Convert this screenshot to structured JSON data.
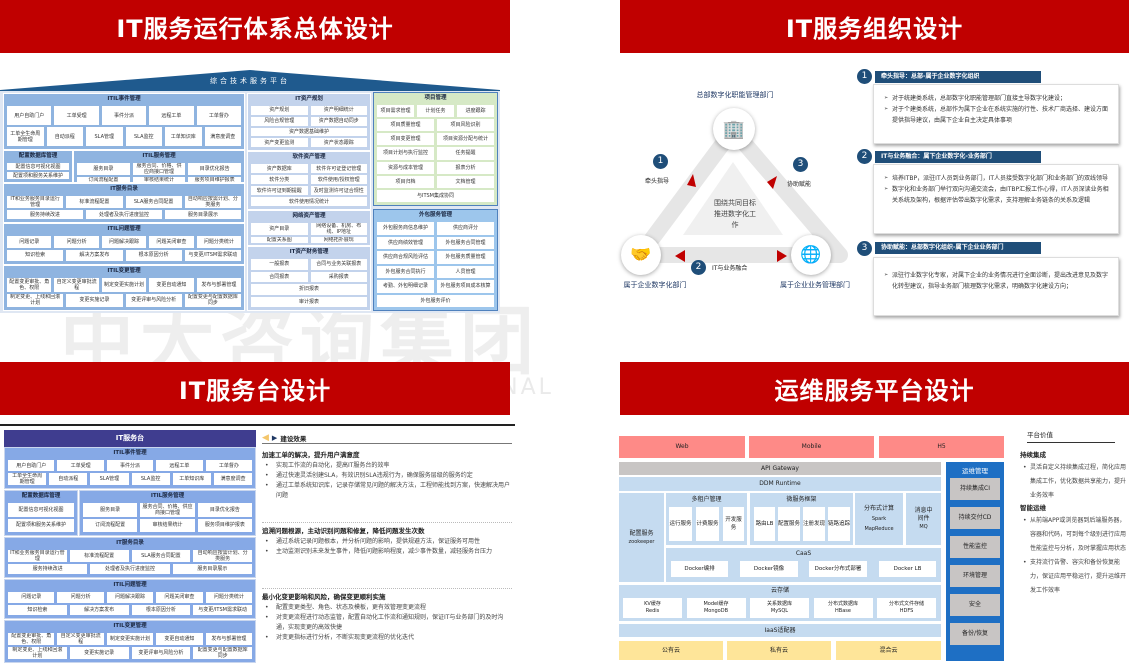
{
  "banners": {
    "tl": "IT服务运行体系总体设计",
    "tr": "IT服务组织设计",
    "bl": "IT服务台设计",
    "br": "运维服务平台设计"
  },
  "watermark": {
    "cn": "中大咨询集团",
    "en": "PROFESSIONAL"
  },
  "colors": {
    "banner": "#c00000",
    "navy": "#1f4e79",
    "service_desk": "#3f3d8f",
    "ops": "#1e6fc4"
  },
  "tl": {
    "platform": "综合技术服务平台",
    "groups": [
      {
        "title": "ITIL事件管理",
        "rows": [
          [
            "用户自助门户",
            "工单受理",
            "事件分派",
            "远程工单",
            "工单督办"
          ],
          [
            "工单全生命周期管理",
            "自动派程",
            "SLA管理",
            "SLA监控",
            "工单知识库",
            "满意度调查"
          ]
        ]
      },
      {
        "title": "配置数据库管理",
        "rows": [
          [
            "配置信息可视化视图"
          ],
          [
            "配置项和服务关系维护"
          ]
        ]
      },
      {
        "title": "ITIL服务管理",
        "rows": [
          [
            "服务目录",
            "服务合同、价格、供应商接口管理",
            "目录优化报告"
          ],
          [
            "订阅流程配置",
            "审核结果统计",
            "服务项目维护报表"
          ]
        ]
      },
      {
        "title": "IT服务目录",
        "rows": [
          [
            "IT和业务服务目录运行管理",
            "标准流程配置",
            "SLA服务合同配置",
            "自动响应按需计划、分类服务"
          ],
          [
            "服务持续改进",
            "处理者及执行进度监控",
            "服务目录展示"
          ]
        ]
      },
      {
        "title": "ITIL问题管理",
        "rows": [
          [
            "问题记录",
            "问题分析",
            "问题解决跟踪",
            "问题关闭审查",
            "问题分类统计"
          ],
          [
            "知识检索",
            "解决方案发布",
            "根本原因分析",
            "与变更/ITSM需求联动"
          ]
        ]
      },
      {
        "title": "ITIL变更管理",
        "rows": [
          [
            "配置变更审批、角色、权限",
            "自定义变更审批流程",
            "制定变更实施计划",
            "变更自动通知",
            "发布与部署管理"
          ],
          [
            "制定变更、上线和回滚计划",
            "变更实施记录",
            "变更评审与风险分析",
            "配置变更与配置数据库同步"
          ]
        ]
      },
      {
        "title": "IT资产规划",
        "rows": [
          [
            "资产规划",
            "资产明细统计"
          ],
          [
            "风险合规管理",
            "资产数据自动同步"
          ],
          [
            "资产数据基础维护"
          ],
          [
            "资产变更监测",
            "资产状态跟踪"
          ]
        ]
      },
      {
        "title": "软件资产管理",
        "rows": [
          [
            "资产数据库",
            "软件许可证登记管理"
          ],
          [
            "软件分类",
            "软件使用/授权管理"
          ],
          [
            "软件许可证到期提醒",
            "及时监测许可证合规性"
          ],
          [
            "软件使用情况统计"
          ]
        ]
      },
      {
        "title": "网络资产管理",
        "rows": [
          [
            "资产目录",
            "网络设备、机房、布线、IP地址"
          ],
          [
            "配置关系图",
            "网络拓扑展现"
          ]
        ]
      },
      {
        "title": "IT资产财务管理",
        "rows": [
          [
            "一般报表",
            "合同与业务关联报表"
          ],
          [
            "合同报表",
            "采购报表"
          ],
          [
            "折旧报表"
          ],
          [
            "审计报表"
          ]
        ]
      },
      {
        "title": "项目管理",
        "rows": [
          [
            "项目需求管理",
            "计划任务",
            "进度跟踪"
          ],
          [
            "项目质量管理",
            "项目风险识别"
          ],
          [
            "项目变更管理",
            "项目资源分配与统计"
          ],
          [
            "项目计划与执行监控",
            "任务提醒"
          ],
          [
            "资源与成本管理",
            "报表分析"
          ],
          [
            "项目归档",
            "文档管理"
          ],
          [
            "与ITSM集成协同"
          ]
        ]
      },
      {
        "title": "外包服务管理",
        "rows": [
          [
            "外包服务商信息维护",
            "供应商评分"
          ],
          [
            "供应商绩效管理",
            "外包服务合同管理"
          ],
          [
            "供应商合规风险评估",
            "外包服务质量管理"
          ],
          [
            "外包服务合同执行",
            "人员管理"
          ],
          [
            "考勤、外包明细记录",
            "外包服务项目成本核算"
          ],
          [
            "外包服务评价"
          ]
        ]
      }
    ]
  },
  "tr": {
    "top_node": "总部数字化职能管理部门",
    "left_node": "属于企业数字化部门",
    "right_node": "属于企业业务管理部门",
    "center": "围绕共同目标推进数字化工作",
    "edges": [
      {
        "num": "1",
        "label": "牵头指导"
      },
      {
        "num": "2",
        "label": "IT与业务融合"
      },
      {
        "num": "3",
        "label": "协助赋能"
      }
    ],
    "boxes": [
      {
        "num": "1",
        "title": "牵头指导：总部-属于企业数字化组织",
        "points": [
          "对于统建类系统，总部数字化职能管理部门直接主导数字化建设；",
          "对于个建类系统，总部作为属下企业在系统实施的行性、技术厂商选择、建设方面提供指导建议，由属下企业自主决定具体事项"
        ]
      },
      {
        "num": "2",
        "title": "IT与业务融合：属下企业数字化-业务部门",
        "points": [
          "培养ITBP，派驻IT人员到业务部门，IT人员接受数字化部门和业务部门的双线领导",
          "数字化和业务部门举行双向沟通交流会，由ITBP汇报工作心得，IT人员深读业务相关系统及架构，根据评估带出数字化需求，支持理解业务链条的关系及逻辑"
        ]
      },
      {
        "num": "3",
        "title": "协助赋能：总部数字化组织-属下企业业务部门",
        "points": [
          "派驻行业数字化专家，对属下企业的业务情况进行全面诊断，提出改进意见及数字化转型建议，指导业务部门梳理数字化需求，明确数字化建设方向；"
        ]
      }
    ]
  },
  "bl": {
    "header": "IT服务台",
    "groups": [
      {
        "title": "ITIL事件管理",
        "rows": [
          [
            "用户自助门户",
            "工单受理",
            "事件分派",
            "远程工单",
            "工单督办"
          ],
          [
            "工单全生命周期管理",
            "自动派程",
            "SLA管理",
            "SLA监控",
            "工单知识库",
            "满意度调查"
          ]
        ]
      },
      {
        "title": "配置数据库管理",
        "rows": [
          [
            "配置信息可视化视图"
          ],
          [
            "配置项和服务关系维护"
          ]
        ]
      },
      {
        "title": "ITIL服务管理",
        "rows": [
          [
            "服务目录",
            "服务合同、价格、供应商接口管理",
            "目录优化报告"
          ],
          [
            "订阅流程配置",
            "审核结果统计",
            "服务项目维护报表"
          ]
        ]
      },
      {
        "title": "IT服务目录",
        "rows": [
          [
            "IT和业务服务目录运行管理",
            "标准流程配置",
            "SLA服务合同配置",
            "自动响应按需计划、分类服务"
          ],
          [
            "服务持续改进",
            "处理者及执行进度监控",
            "服务目录展示"
          ]
        ]
      },
      {
        "title": "ITIL问题管理",
        "rows": [
          [
            "问题记录",
            "问题分析",
            "问题解决跟踪",
            "问题关闭审查",
            "问题分类统计"
          ],
          [
            "知识检索",
            "解决方案发布",
            "根本原因分析",
            "与变更/ITSM需求联动"
          ]
        ]
      },
      {
        "title": "ITIL变更管理",
        "rows": [
          [
            "配置变更审批、角色、权限",
            "自定义变更审批流程",
            "制定变更实施计划",
            "变更自动通知",
            "发布与部署管理"
          ],
          [
            "制定变更、上线和回滚计划",
            "变更实施记录",
            "变更评审与风险分析",
            "配置变更与配置数据库同步"
          ]
        ]
      }
    ],
    "effects": {
      "title": "建设效果",
      "sections": [
        {
          "heading": "加速工单的解决，提升用户满意度",
          "points": [
            "实现工作流的自动化，提高IT服务台的效率",
            "通过快速灵活创建SLA，有效识别SLA违规行为，确保服务层级的服务约定",
            "通过工单系统知识库，记录存储常见问题的解决方法，工程师能找到方案，快速解决用户问题"
          ]
        },
        {
          "heading": "追溯问题根源，主动识别问题和修复，降低问题发生次数",
          "points": [
            "通过系统记录问题根本，并分析问题的影响，提供规避方法，保证服务可用性",
            "主动监测识别未来发生事件，降低问题影响程度，减少事件数量，减轻服务台压力"
          ]
        },
        {
          "heading": "最小化变更影响和风险，确保变更顺利实施",
          "points": [
            "配置变更类型、角色、状态及模板，更有效管理变更流程",
            "对变更流程进行动态监管，配置自动化工作流和通知规则，保证IT与业务部门的及时沟通，实现变更的高效快捷",
            "对变更指标进行分析，不断实现变更流程的优化迭代"
          ]
        }
      ]
    }
  },
  "br": {
    "clients": [
      "Web",
      "Mobile",
      "H5"
    ],
    "api_gateway": "API Gateway",
    "runtime": "DDM Runtime",
    "config": {
      "title": "配置服务",
      "sub": "zookeeper"
    },
    "tenant": {
      "title": "多租户管理",
      "items": [
        "运行服务",
        "计费服务",
        "开发服务"
      ]
    },
    "micro": {
      "title": "微服务框架",
      "items": [
        "路由LB",
        "配置服务",
        "注册发现",
        "链路追踪"
      ]
    },
    "compute": {
      "title": "分布式计算",
      "sub1": "Spark",
      "sub2": "MapReduce"
    },
    "mq": {
      "title": "消息中间件",
      "sub": "MQ"
    },
    "caas": {
      "title": "CaaS",
      "items": [
        "Docker编排",
        "Docker镜像",
        "Docker分布式部署",
        "Docker LB"
      ]
    },
    "storage": {
      "title": "云存储",
      "items": [
        [
          "KV缓存",
          "Redis"
        ],
        [
          "Model缓存",
          "MongoDB"
        ],
        [
          "关系数据库",
          "MySQL"
        ],
        [
          "分布式数据库",
          "HBase"
        ],
        [
          "分布式文件存储",
          "HDFS"
        ]
      ]
    },
    "iaas": "IaaS适配器",
    "clouds": [
      "公有云",
      "私有云",
      "混合云"
    ],
    "ops": {
      "title": "运维管理",
      "items": [
        "持续集成CI",
        "持续交付CD",
        "性能监控",
        "环境管理",
        "安全",
        "备份/恢复"
      ]
    },
    "value": {
      "title": "平台价值",
      "sections": [
        {
          "heading": "持续集成",
          "points": [
            "灵活自定义持续集成过程，简化应用集成工作，优化数据共享能力，提升业务效率"
          ]
        },
        {
          "heading": "智能运维",
          "points": [
            "从前端APP或浏览器到后端服务器，容器和代码，可到每个级别进行应用性能监控与分析，及时掌握应用状态",
            "支持流行告警、容灾和备份恢复能力，保证应用平稳运行，提升运维开发工作效率"
          ]
        }
      ]
    }
  }
}
